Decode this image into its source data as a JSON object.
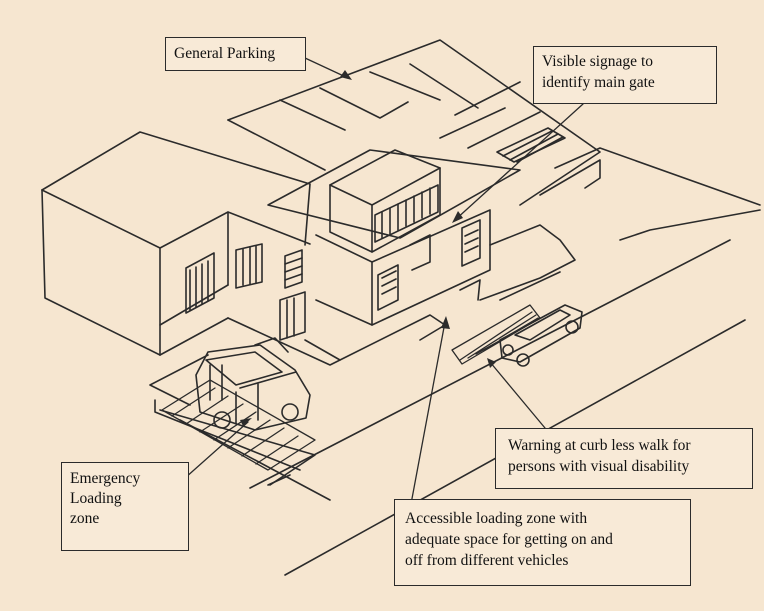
{
  "callouts": {
    "general_parking": "General Parking",
    "visible_signage": "Visible signage to\nidentify main gate",
    "warning_curb": "Warning at curb less walk for\npersons with visual disability",
    "accessible_loading": "Accessible loading zone with\nadequate space for getting on and\noff from different vehicles",
    "emergency_loading": "Emergency\nLoading\nzone"
  },
  "colors": {
    "background": "#f6e6d0",
    "ink": "#2b2b2b",
    "box_fill": "#f8ead7"
  }
}
